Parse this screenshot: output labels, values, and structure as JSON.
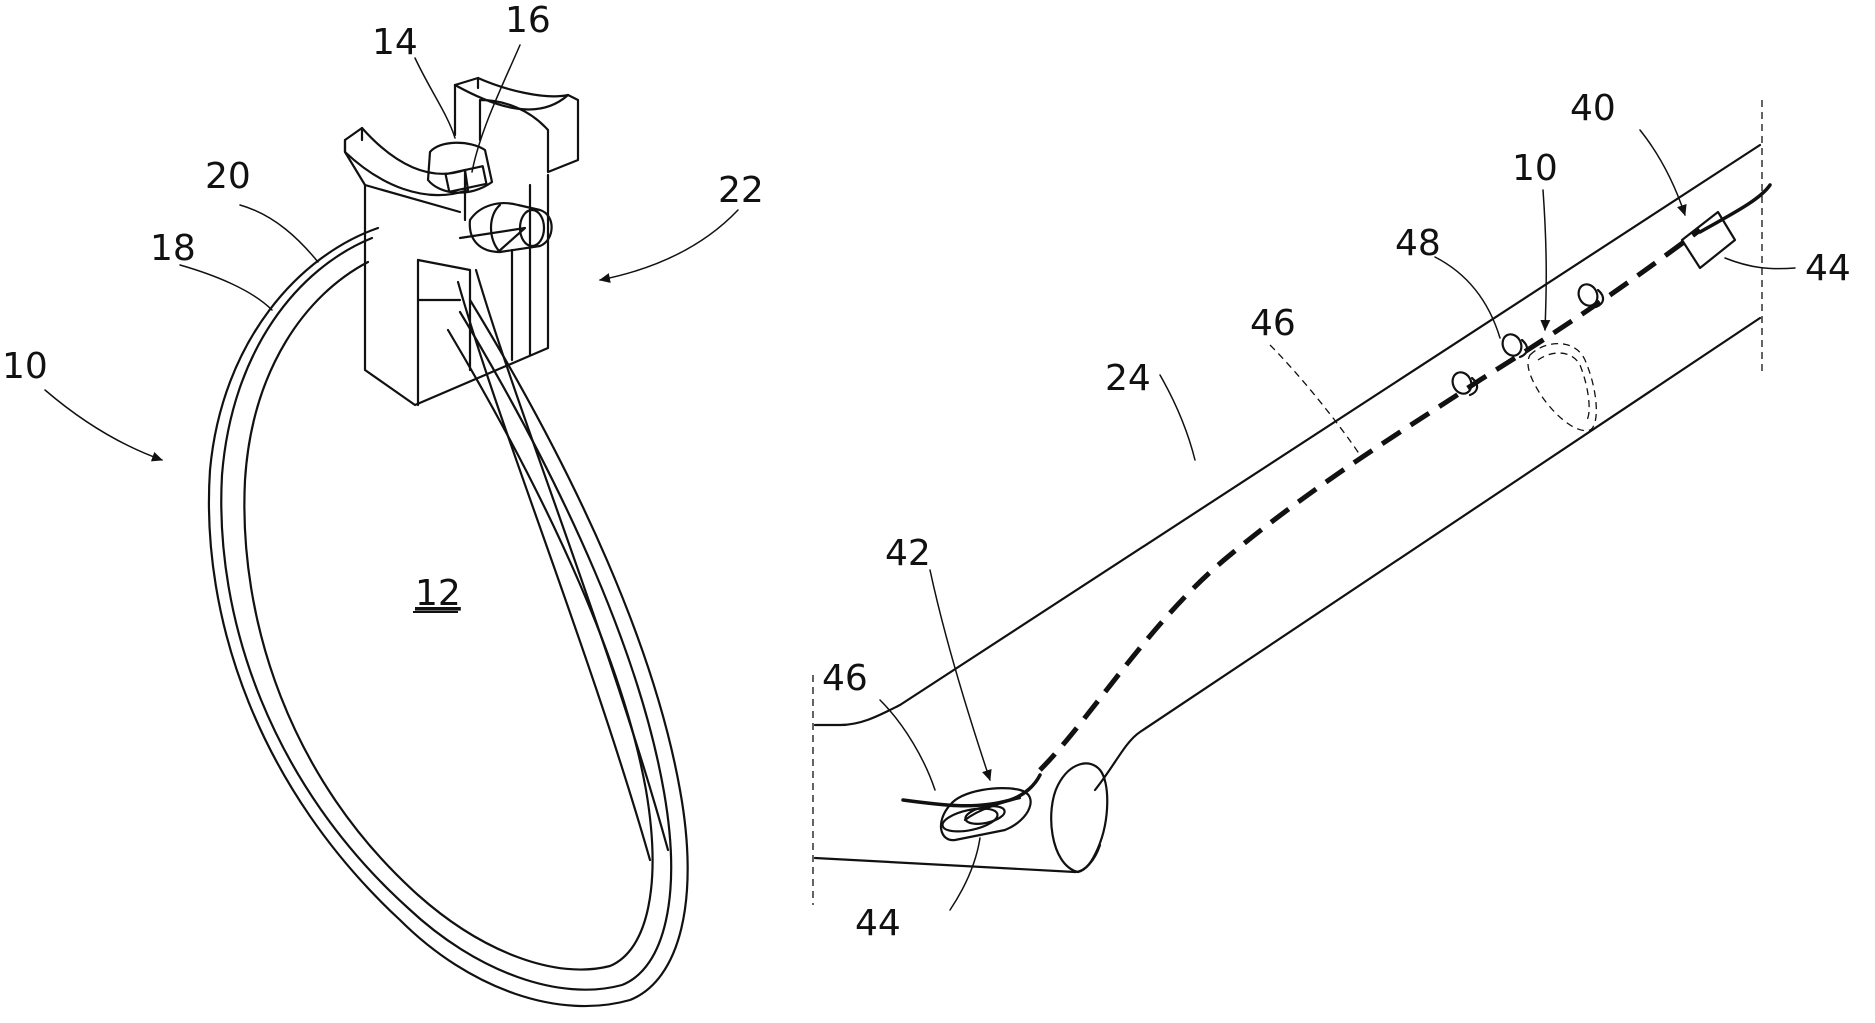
{
  "labels": {
    "ref_10_left": "10",
    "ref_12": "12",
    "ref_14": "14",
    "ref_16": "16",
    "ref_18": "18",
    "ref_20": "20",
    "ref_22": "22",
    "ref_24": "24",
    "ref_40": "40",
    "ref_10_right": "10",
    "ref_48": "48",
    "ref_46_top": "46",
    "ref_46_left": "46",
    "ref_42": "42",
    "ref_44_right": "44",
    "ref_44_bottom": "44"
  },
  "colors": {
    "ink": "#111111",
    "paper": "#ffffff"
  }
}
